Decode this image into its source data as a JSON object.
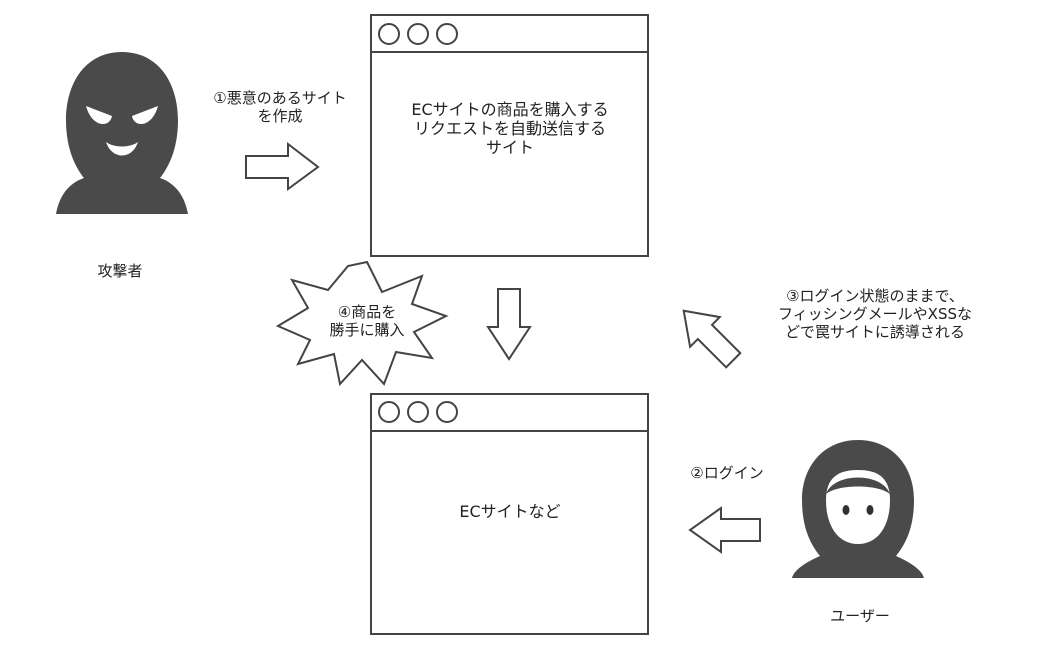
{
  "attacker": {
    "label": "攻撃者"
  },
  "user": {
    "label": "ユーザー"
  },
  "trap_site": {
    "lines": [
      "ECサイトの商品を購入する",
      "リクエストを自動送信する",
      "サイト"
    ]
  },
  "ec_site": {
    "label": "ECサイトなど"
  },
  "steps": {
    "step1": [
      "①悪意のあるサイト",
      "を作成"
    ],
    "step2": "②ログイン",
    "step3": [
      "③ログイン状態のままで、",
      "フィッシングメールやXSSな",
      "どで罠サイトに誘導される"
    ],
    "step4": [
      "④商品を",
      "勝手に購入"
    ]
  },
  "colors": {
    "stroke": "#444444",
    "figure": "#4a4a4a",
    "background": "#ffffff"
  }
}
